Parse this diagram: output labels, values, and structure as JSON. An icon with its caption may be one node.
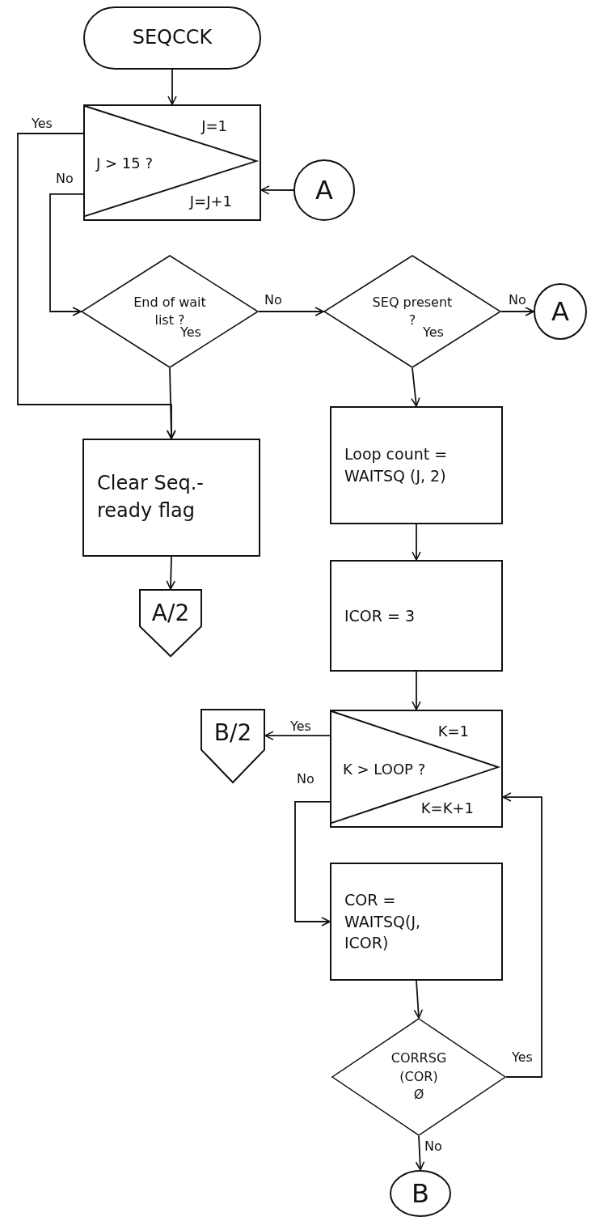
{
  "diagram": {
    "nodes": [
      {
        "text": [
          "SEQCCK"
        ]
      },
      {
        "text": [
          "J=1",
          "J > 15 ?",
          "J=J+1"
        ]
      },
      {
        "text": [
          "A"
        ]
      },
      {
        "text": [
          "End of wait list ?"
        ]
      },
      {
        "text": [
          "SEQ present ?"
        ]
      },
      {
        "text": [
          "A"
        ]
      },
      {
        "text": [
          "Clear Seq.- ready flag"
        ]
      },
      {
        "text": [
          "A/2"
        ]
      },
      {
        "text": [
          "Loop count = WAITSQ (J, 2)"
        ]
      },
      {
        "text": [
          "ICOR = 3"
        ]
      },
      {
        "text": [
          "K=1",
          "K > LOOP ?",
          "K=K+1"
        ]
      },
      {
        "text": [
          "B/2"
        ]
      },
      {
        "text": [
          "COR = WAITSQ(J, ICOR)"
        ]
      },
      {
        "text": [
          "CORRSG (COR)",
          "Ø"
        ]
      },
      {
        "text": [
          "B"
        ]
      }
    ],
    "edges": [
      {
        "from": 0,
        "to": 1,
        "arrow": "to"
      },
      {
        "from": 1,
        "to": 6,
        "arrow": "to",
        "label": "Yes"
      },
      {
        "from": 1,
        "to": 3,
        "arrow": "to",
        "label": "No"
      },
      {
        "from": 2,
        "to": 1,
        "arrow": "to"
      },
      {
        "from": 3,
        "to": 4,
        "arrow": "to",
        "label": "No"
      },
      {
        "from": 4,
        "to": 5,
        "arrow": "to",
        "label": "No"
      },
      {
        "from": 3,
        "to": 6,
        "arrow": "to",
        "label": "Yes"
      },
      {
        "from": 4,
        "to": 8,
        "arrow": "to",
        "label": "Yes"
      },
      {
        "from": 6,
        "to": 7,
        "arrow": "to"
      },
      {
        "from": 8,
        "to": 9,
        "arrow": "to"
      },
      {
        "from": 9,
        "to": 10,
        "arrow": "to"
      },
      {
        "from": 10,
        "to": 11,
        "arrow": "to",
        "label": "Yes"
      },
      {
        "from": 10,
        "to": 12,
        "arrow": "to",
        "label": "No"
      },
      {
        "from": 12,
        "to": 13,
        "arrow": "to"
      },
      {
        "from": 13,
        "to": 10,
        "arrow": "to",
        "label": "Yes"
      },
      {
        "from": 13,
        "to": 14,
        "arrow": "to",
        "label": "No"
      }
    ]
  }
}
